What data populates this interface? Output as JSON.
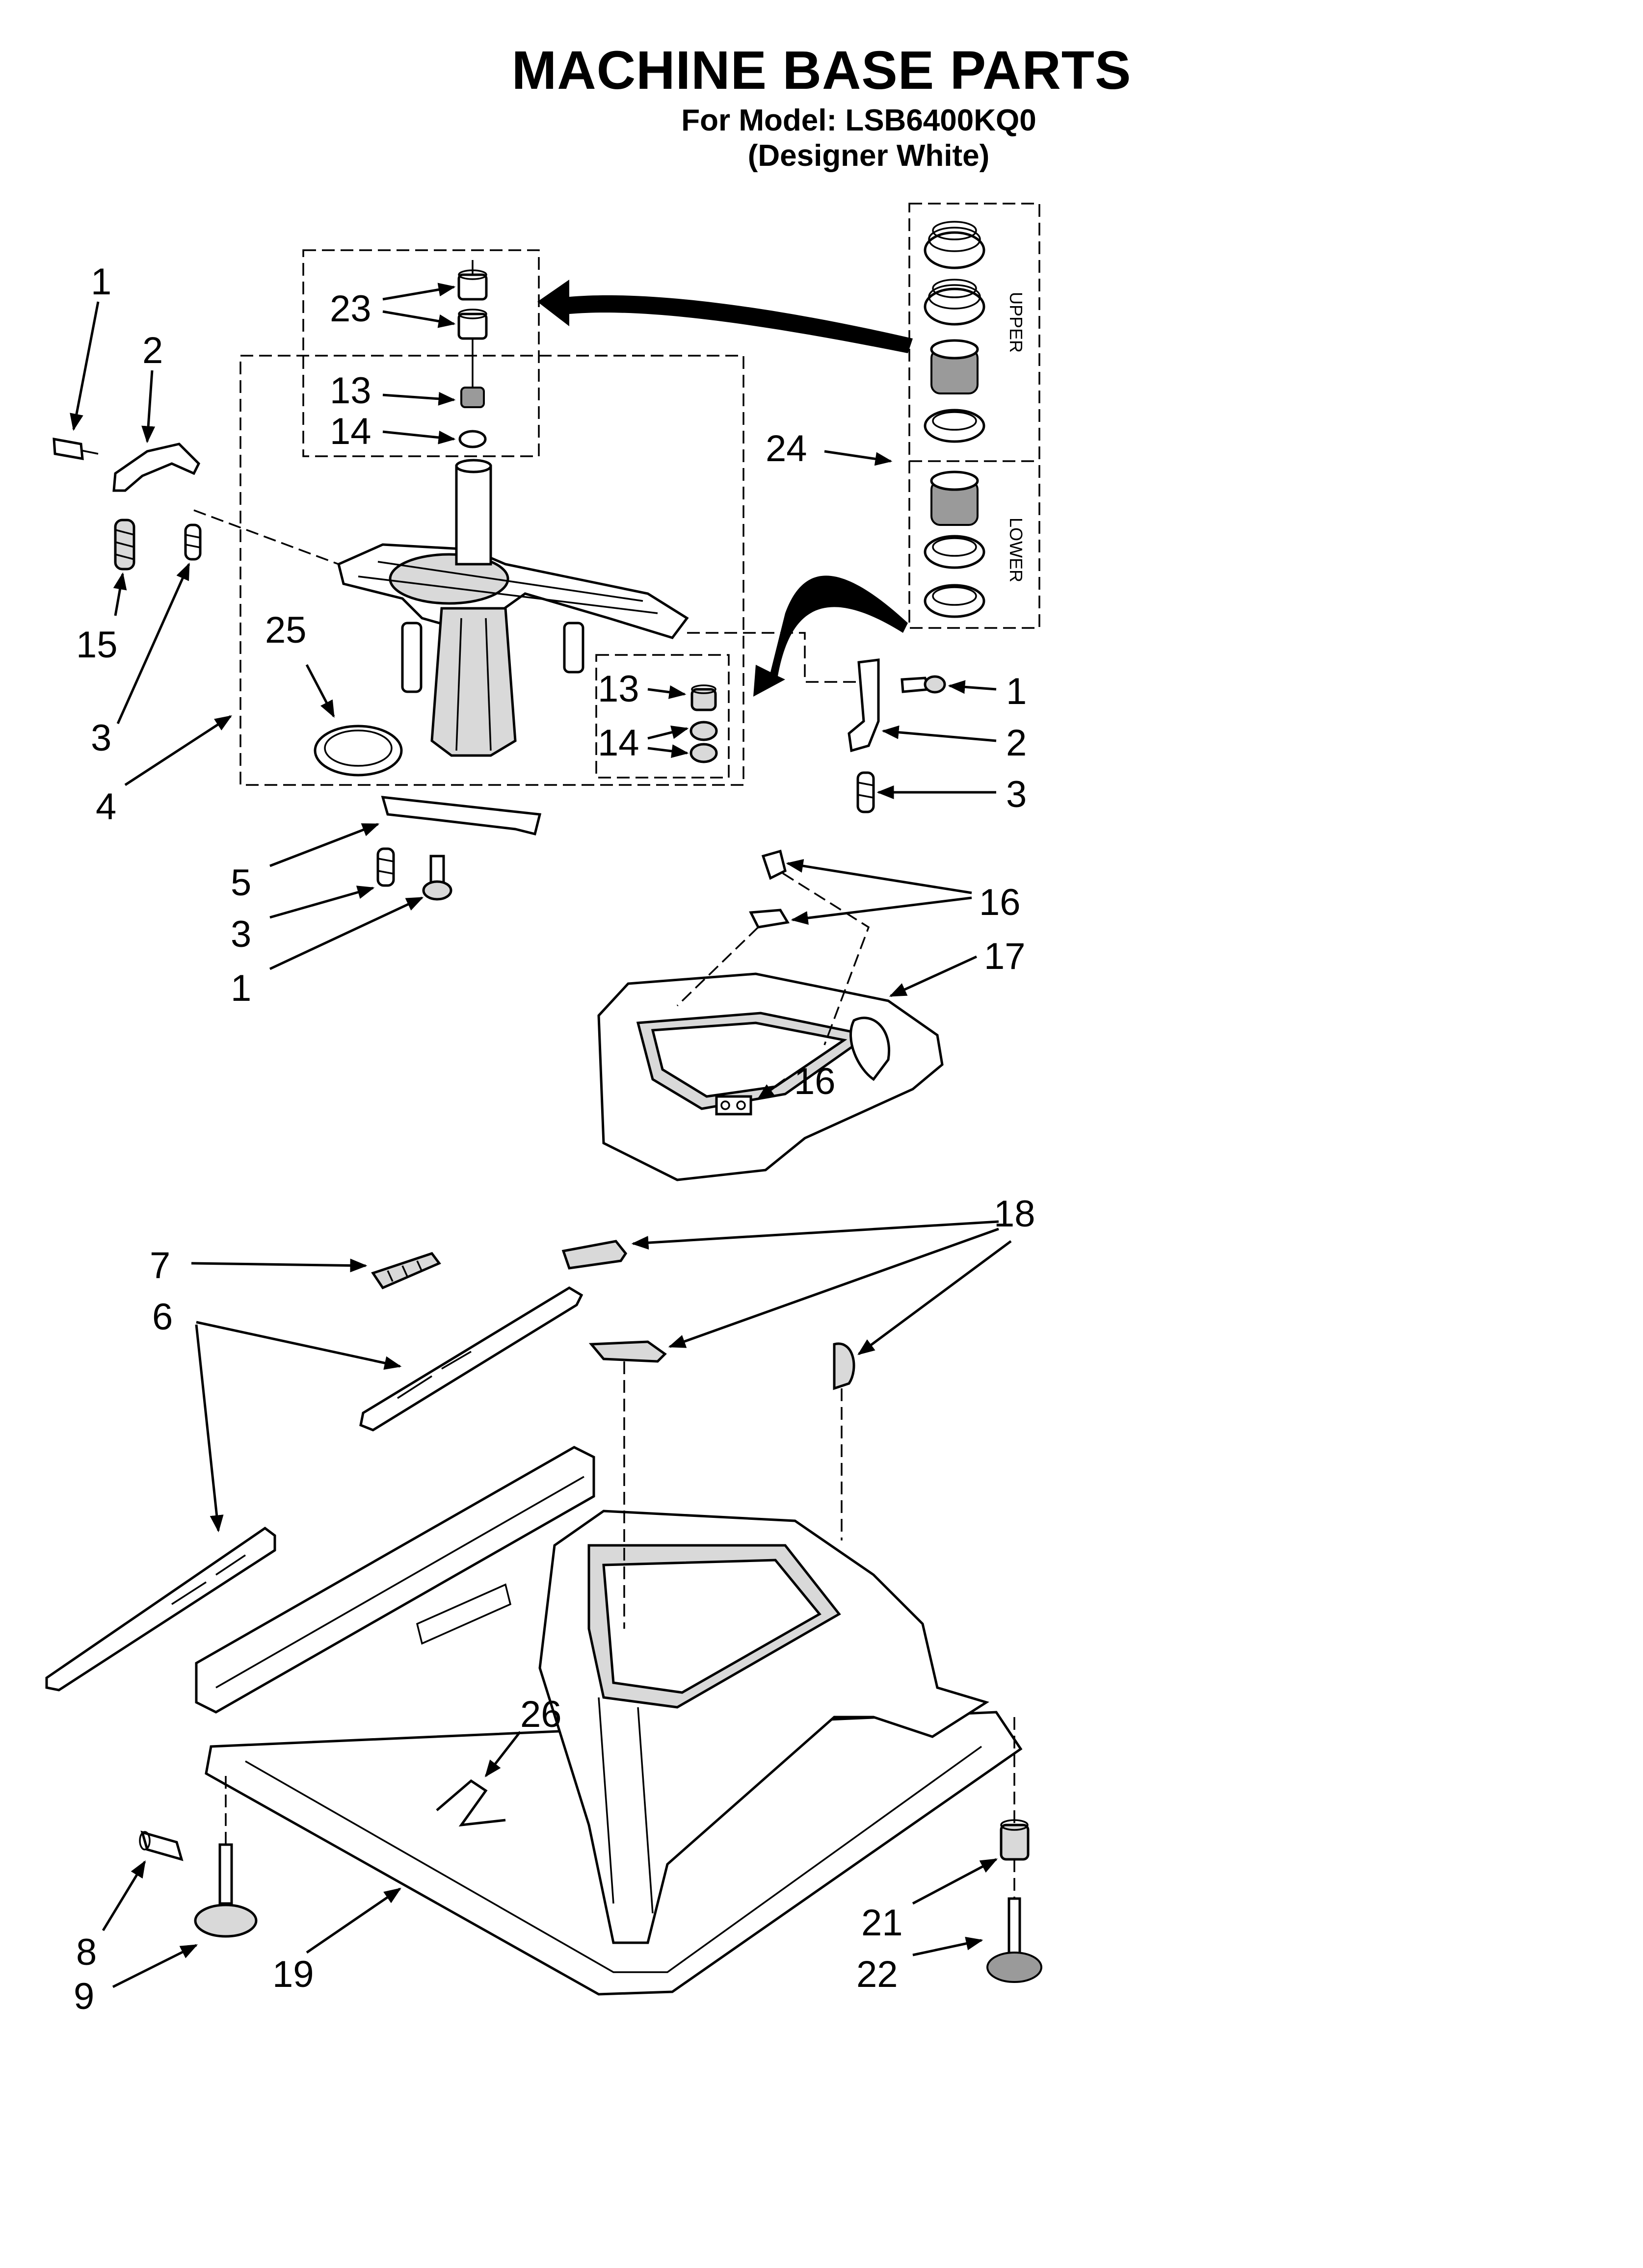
{
  "header": {
    "title": "MACHINE BASE PARTS",
    "model_line": "For Model: LSB6400KQ0",
    "finish_line": "(Designer White)"
  },
  "kit": {
    "upper_label": "UPPER",
    "lower_label": "LOWER"
  },
  "callouts": {
    "c1a": "1",
    "c2a": "2",
    "c23": "23",
    "c13a": "13",
    "c14a": "14",
    "c24": "24",
    "c15": "15",
    "c3a": "3",
    "c25": "25",
    "c4": "4",
    "c13b": "13",
    "c14b": "14",
    "c1b": "1",
    "c2b": "2",
    "c3b": "3",
    "c5": "5",
    "c3c": "3",
    "c1c": "1",
    "c16a": "16",
    "c17": "17",
    "c16b": "16",
    "c18": "18",
    "c7": "7",
    "c6": "6",
    "c26": "26",
    "c8": "8",
    "c9": "9",
    "c19": "19",
    "c21": "21",
    "c22": "22"
  }
}
